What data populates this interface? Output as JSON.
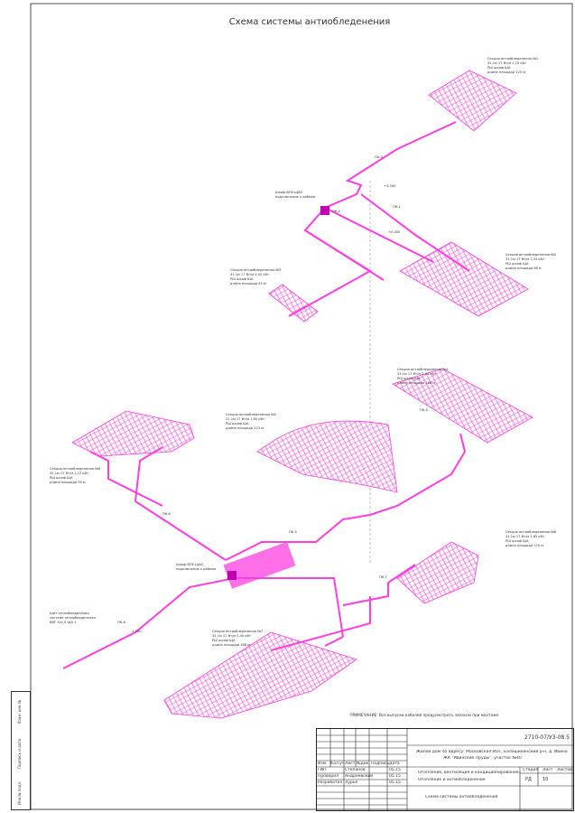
{
  "title": "Схема системы антиобледенения",
  "note": "ПРИМЕЧАНИЕ: Все выпуски кабелей предусмотреть запасом при монтаже",
  "colors": {
    "cable": "#ff3fe0",
    "frame": "#222222"
  },
  "zones": [
    {
      "label": "Секция антиобледенения №1",
      "spec": "31,1м 17 Вт/м 1,25 кВт",
      "box": "РШ шкаф ЩА",
      "len": "длина площади 123 м"
    },
    {
      "label": "Секция антиобледенения №2",
      "spec": "31,1м 17 Вт/м 1,33 кВт",
      "box": "РШ шкаф ЩА",
      "len": "длина площади 98 м"
    },
    {
      "label": "Секция антиобледенения №3",
      "spec": "31,1м 17 Вт/м 0,42 кВт",
      "box": "РШ шкаф ЩА",
      "len": "длина площади 45 м"
    },
    {
      "label": "Секция антиобледенения №4",
      "spec": "31,1м 17 Вт/м 2,24 кВт",
      "box": "РШ шкаф ЩА",
      "len": "длина площади 168 м"
    },
    {
      "label": "Секция антиобледенения №5",
      "spec": "31,1м 17 Вт/м 1,65 кВт",
      "box": "РШ шкаф ЩА",
      "len": "длина площади 123 м"
    },
    {
      "label": "Секция антиобледенения №6",
      "spec": "31,1м 17 Вт/м 1,12 кВт",
      "box": "РШ шкаф ЩА",
      "len": "длина площади 76 м"
    },
    {
      "label": "Секция антиобледенения №7",
      "spec": "31,1м 17 Вт/м 2,40 кВт",
      "box": "РШ шкаф ЩА",
      "len": "длина площади 168 м"
    },
    {
      "label": "Секция антиобледенения №8",
      "spec": "31,1м 17 Вт/м 1,65 кВт",
      "box": "РШ шкаф ЩА",
      "len": "длина площади 170 м"
    }
  ],
  "boxes": [
    {
      "label": "Шкаф ВЛЕ-ЩАО",
      "sub": "подключение к кабелю"
    },
    {
      "label": "Шкаф ВЛЕ-ЩАО",
      "sub": "подключение к кабелю"
    }
  ],
  "source": {
    "label": "Щит антиобледенения",
    "sub": "система антиобледенения",
    "sub2": "ВВГ 3х1,5 ЩА 1"
  },
  "marks": [
    "ПК-3",
    "ПК-2",
    "ПК-1",
    "ПК-4",
    "ПК-5",
    "ПК-6",
    "ПК-7",
    "ПК-8",
    "+3.500",
    "+0.000",
    "-1.200"
  ],
  "titleblock": {
    "code": "2710-07/УЗ-08.5",
    "object": "Жилой дом по адресу: Московская обл., Балашихинский р-н, д. Ивино",
    "object2": "ЖК \"Ивинские Пруды\", участок №40",
    "cols": [
      "Изм.",
      "Кол.уч.",
      "Лист",
      "№док.",
      "Подпись",
      "Дата"
    ],
    "roles": [
      {
        "role": "ГИП",
        "name": "Степанов",
        "date": "05.15"
      },
      {
        "role": "Проверил",
        "name": "Андреевский",
        "date": "05.15"
      },
      {
        "role": "Разработал",
        "name": "Лурье",
        "date": "05.15"
      }
    ],
    "section": "Отопление, вентиляция и кондиционирование.",
    "section2": "Отопление и антиобледенение",
    "stage_h": "Стадия",
    "sheet_h": "Лист",
    "sheets_h": "Листов",
    "stage": "РД",
    "sheet": "10",
    "sheet_title": "Схема системы антиобледенения"
  },
  "stamp": [
    "Инв.№ подл.",
    "Подпись и дата",
    "Взам. инв.№"
  ]
}
